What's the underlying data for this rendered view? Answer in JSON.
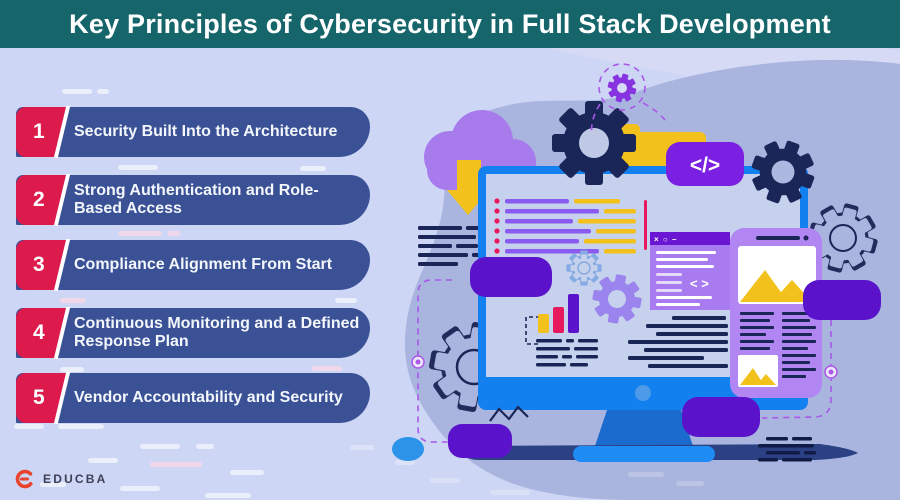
{
  "banner": {
    "title": "Key Principles of Cybersecurity in Full Stack Development"
  },
  "principles": [
    {
      "number": "1",
      "label": "Security Built Into the Architecture"
    },
    {
      "number": "2",
      "label": "Strong Authentication and Role-Based Access"
    },
    {
      "number": "3",
      "label": "Compliance Alignment From Start"
    },
    {
      "number": "4",
      "label": "Continuous Monitoring and a Defined Response Plan"
    },
    {
      "number": "5",
      "label": "Vendor Accountability and Security"
    }
  ],
  "footer": {
    "brand": "EDUCBA"
  },
  "illustration": {
    "code_badge_label": "</>",
    "window_controls": "× ○ –",
    "window_code_glyph": "< >"
  },
  "colors": {
    "banner_bg": "#15656B",
    "page_bg": "#CDD6F4",
    "blob": "#A9B5DF",
    "item_bar": "#3A5196",
    "item_tab": "#DC1A4C",
    "navy": "#1A2558",
    "violet": "#5A13CA",
    "badge_violet": "#7B1FE2",
    "window_header": "#6A16D2",
    "window_body": "#A87CF0",
    "cloud_purple": "#A77BEC",
    "lavender_gear": "#9B84EE",
    "yellow": "#F2C11C",
    "crimson_accent": "#E6195E",
    "monitor_frame": "#1380F0",
    "monitor_screen": "#C6D2ED",
    "stand_blue": "#1B6ACD",
    "base_blue": "#1F8CF5",
    "phone_body": "#B286F2",
    "shadow_navy": "#2C4084",
    "dashed_purple": "#A958E8",
    "brand_red": "#E8432D",
    "brand_text": "#3E3E56"
  }
}
